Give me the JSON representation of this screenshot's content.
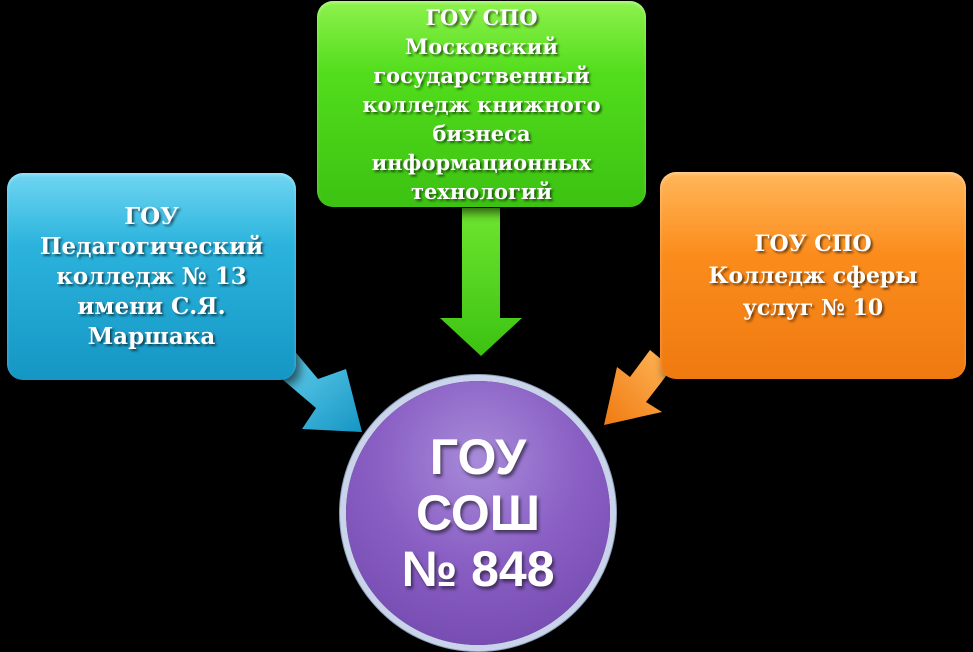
{
  "nodes": {
    "left": {
      "text": "ГОУ\nПедагогический\nколледж № 13\nимени С.Я.\nМаршака",
      "color": "#2bb3dd"
    },
    "top": {
      "text": "ГОУ СПО\nМосковский\nгосударственный\nколледж  книжного\nбизнеса\nинформационных\nтехнологий",
      "color": "#52dd1c"
    },
    "right": {
      "text": "ГОУ СПО\nКолледж сферы\nуслуг № 10",
      "color": "#fb8c1c"
    },
    "center": {
      "text": "ГОУ\nСОШ\n№ 848",
      "color": "#8a5fc4"
    }
  },
  "arrows": [
    {
      "from": "left",
      "to": "center",
      "color": "#2bb3dd",
      "icon": "arrow-icon"
    },
    {
      "from": "top",
      "to": "center",
      "color": "#52dd1c",
      "icon": "arrow-icon"
    },
    {
      "from": "right",
      "to": "center",
      "color": "#fb8c1c",
      "icon": "arrow-icon"
    }
  ]
}
